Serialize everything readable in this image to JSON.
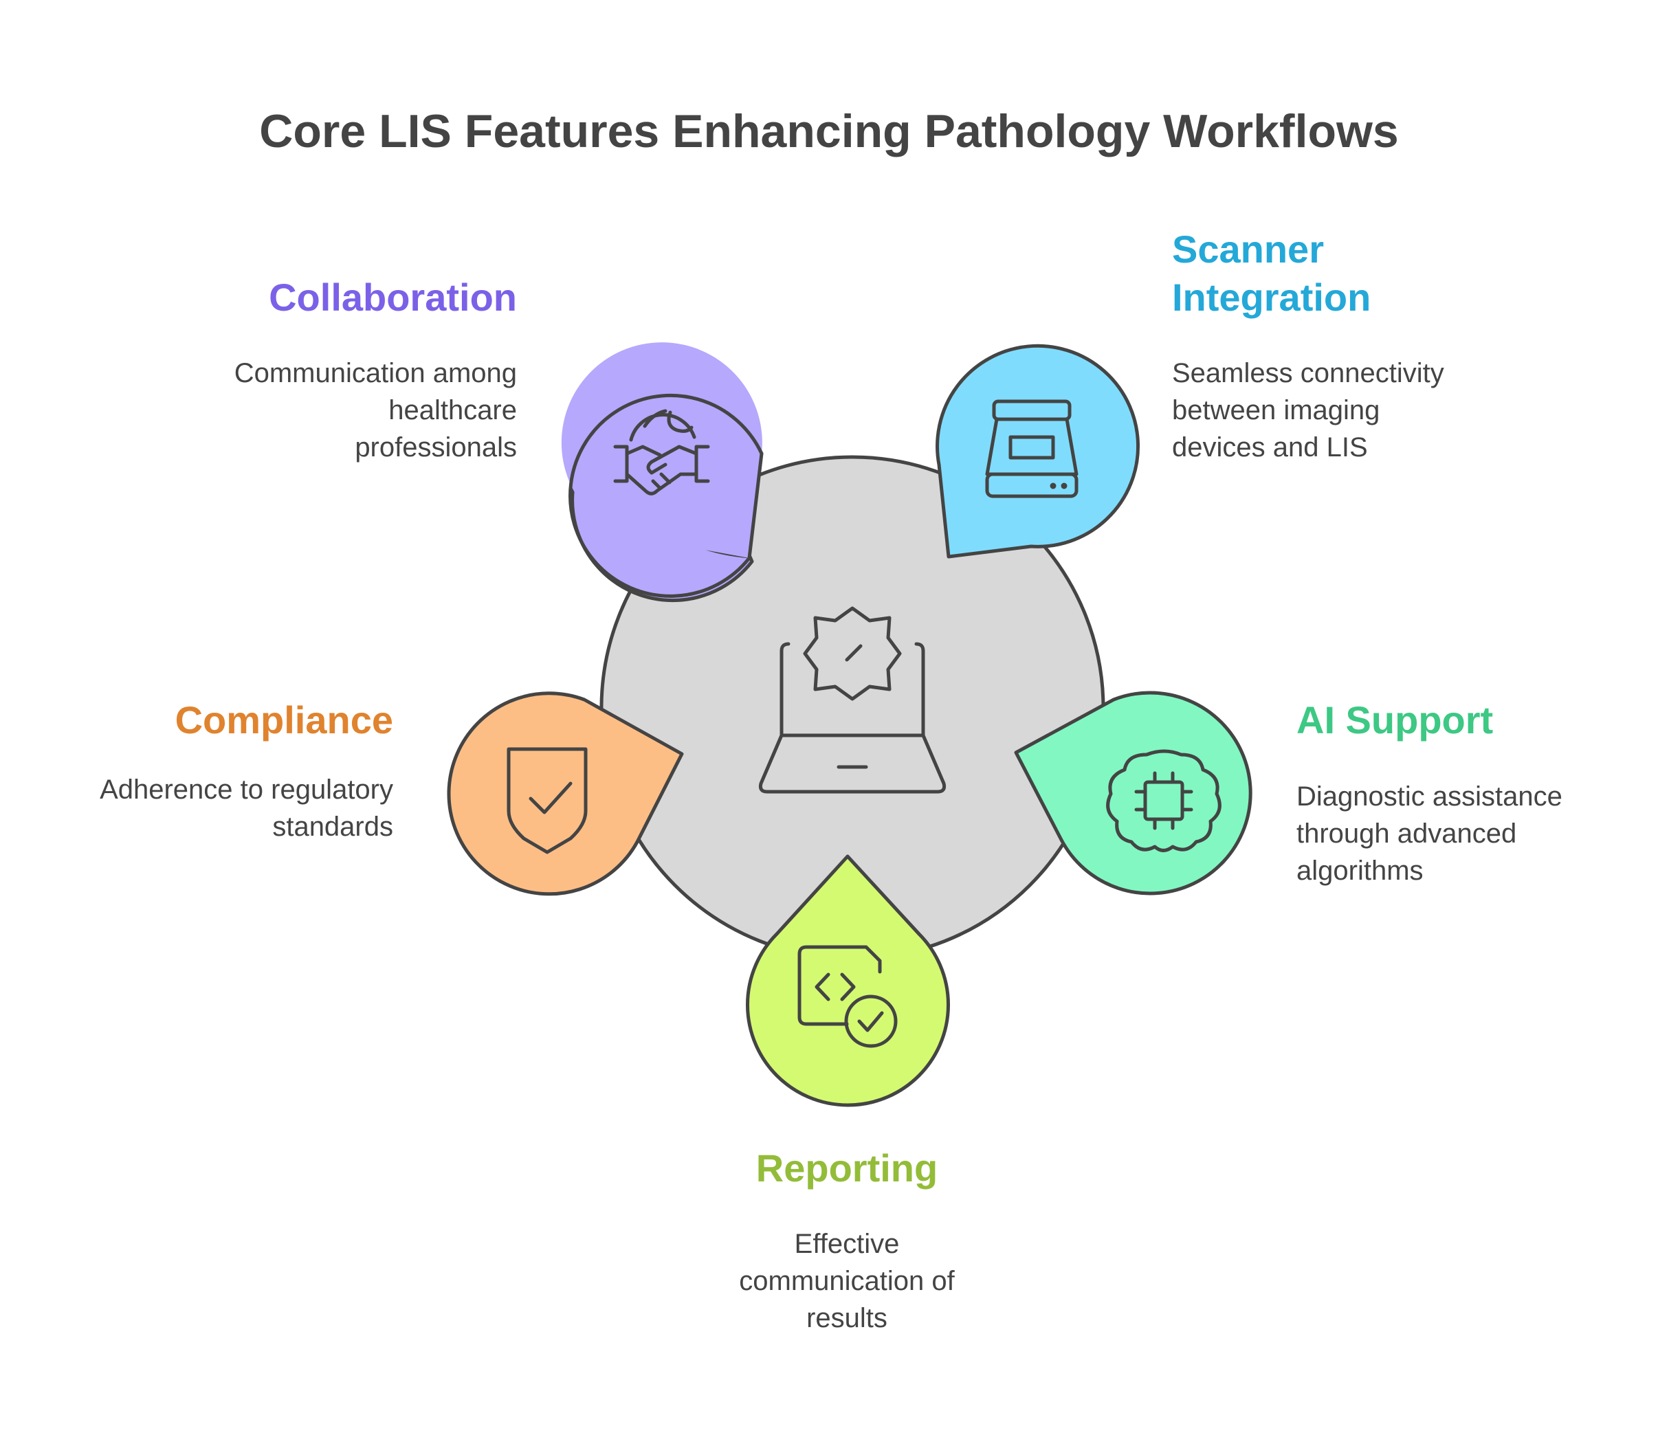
{
  "title": "Core LIS Features Enhancing Pathology Workflows",
  "center": {
    "icon": "laptop-gear-icon"
  },
  "features": [
    {
      "key": "collaboration",
      "label": "Collaboration",
      "description": "Communication among healthcare professionals",
      "description_lines": [
        "Communication among",
        "healthcare",
        "professionals"
      ],
      "color": "#7B61E8",
      "fill": "#B6A8FC",
      "icon": "globe-handshake-icon"
    },
    {
      "key": "scanner",
      "label": "Scanner Integration",
      "label_lines": [
        "Scanner",
        "Integration"
      ],
      "description": "Seamless connectivity between imaging devices and LIS",
      "description_lines": [
        "Seamless connectivity",
        "between imaging",
        "devices and LIS"
      ],
      "color": "#24A8D8",
      "fill": "#80DCFC",
      "icon": "scanner-icon"
    },
    {
      "key": "compliance",
      "label": "Compliance",
      "description": "Adherence to regulatory standards",
      "description_lines": [
        "Adherence to regulatory",
        "standards"
      ],
      "color": "#E0832E",
      "fill": "#FDBE86",
      "icon": "shield-check-icon"
    },
    {
      "key": "ai",
      "label": "AI Support",
      "description": "Diagnostic assistance through advanced algorithms",
      "description_lines": [
        "Diagnostic assistance",
        "through advanced",
        "algorithms"
      ],
      "color": "#3DC884",
      "fill": "#82F7C2",
      "icon": "brain-chip-icon"
    },
    {
      "key": "reporting",
      "label": "Reporting",
      "description": "Effective communication of results",
      "description_lines": [
        "Effective",
        "communication of",
        "results"
      ],
      "color": "#93BC38",
      "fill": "#D4FA72",
      "icon": "code-document-check-icon"
    }
  ],
  "colors": {
    "stroke": "#444444",
    "center_fill": "#D8D8D8",
    "title": "#444444"
  }
}
